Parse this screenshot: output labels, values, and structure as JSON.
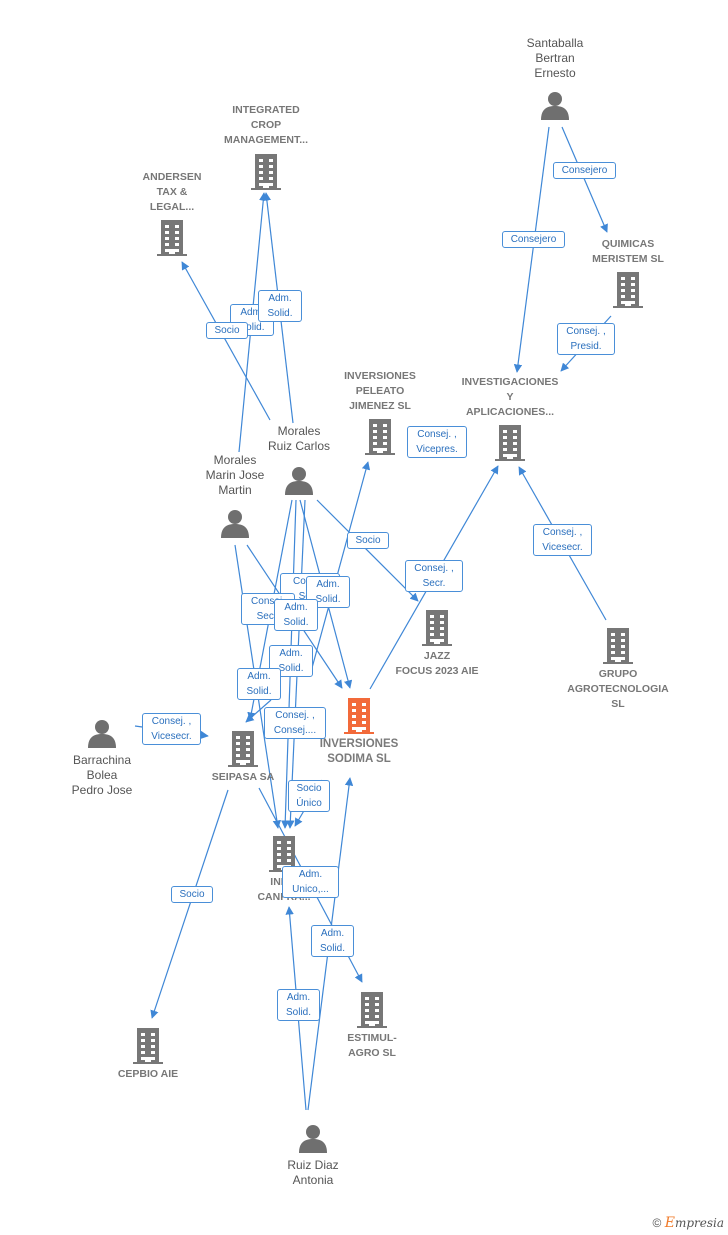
{
  "colors": {
    "edge": "#3f87d6",
    "company": "#777777",
    "main_company": "#f26a3a",
    "person": "#6f6f6f"
  },
  "nodes": [
    {
      "id": "santaballa",
      "type": "person",
      "label": "Santaballa\nBertran\nErnesto"
    },
    {
      "id": "integrated",
      "type": "company",
      "label": "INTEGRATED\nCROP\nMANAGEMENT..."
    },
    {
      "id": "andersen",
      "type": "company",
      "label": "ANDERSEN\nTAX &\nLEGAL..."
    },
    {
      "id": "quimicas",
      "type": "company",
      "label": "QUIMICAS\nMERISTEM SL"
    },
    {
      "id": "investigaciones",
      "type": "company",
      "label": "INVESTIGACIONES\nY\nAPLICACIONES..."
    },
    {
      "id": "peleato",
      "type": "company",
      "label": "INVERSIONES\nPELEATO\nJIMENEZ  SL"
    },
    {
      "id": "morales_ruiz",
      "type": "person",
      "label": "Morales\nRuiz Carlos"
    },
    {
      "id": "morales_marin",
      "type": "person",
      "label": "Morales\nMarin Jose\nMartin"
    },
    {
      "id": "jazz",
      "type": "company",
      "label": "JAZZ\nFOCUS 2023 AIE"
    },
    {
      "id": "grupo",
      "type": "company",
      "label": "GRUPO\nAGROTECNOLOGIA\nSL"
    },
    {
      "id": "sodima",
      "type": "main",
      "label": "INVERSIONES\nSODIMA  SL"
    },
    {
      "id": "barrachina",
      "type": "person",
      "label": "Barrachina\nBolea\nPedro Jose"
    },
    {
      "id": "seipasa",
      "type": "company",
      "label": "SEIPASA SA"
    },
    {
      "id": "inmo",
      "type": "company",
      "label": "INMO\nCANFRA..."
    },
    {
      "id": "estimul",
      "type": "company",
      "label": "ESTIMUL-\nAGRO SL"
    },
    {
      "id": "cepbio",
      "type": "company",
      "label": "CEPBIO AIE"
    },
    {
      "id": "ruiz_diaz",
      "type": "person",
      "label": "Ruiz Diaz\nAntonia"
    }
  ],
  "edge_labels": [
    "Consejero",
    "Consejero",
    "Consej. ,\nPresid.",
    "Adm.\nSolid.",
    "Adm.\nSolid.",
    "Socio",
    "Consej. ,\nVicepres.",
    "Socio",
    "Consej. ,\nSecr.",
    "Consej. ,\nVicesecr.",
    "Consej.\nSecr.",
    "Consej.\nSecr.",
    "Adm.\nSolid.",
    "Adm.\nSolid.",
    "Adm.\nSolid.",
    "Adm.\nSolid.",
    "Consej. ,\nVicesecr.",
    "Consej. ,\nConsej....",
    "Socio\nÚnico",
    "Socio",
    "Adm.\nUnico,...",
    "Adm.\nSolid.",
    "Adm.\nSolid."
  ],
  "brand": {
    "copyright": "©",
    "e": "E",
    "rest": "mpresia"
  }
}
